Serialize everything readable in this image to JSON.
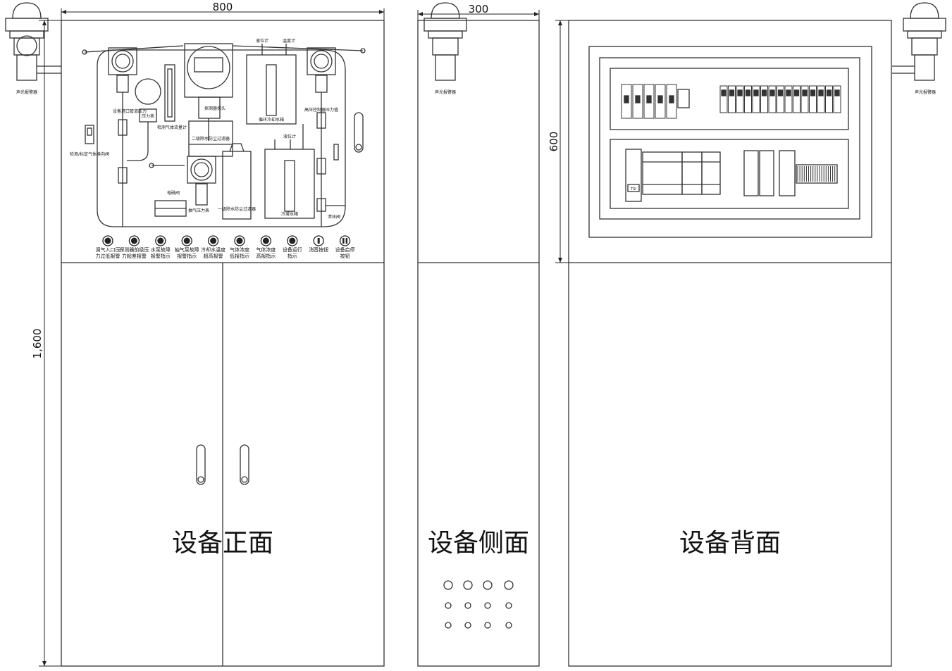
{
  "dimensions": {
    "front_width": "800",
    "side_width": "300",
    "cabinet_height": "1,600",
    "panel_height": "600"
  },
  "views": {
    "front": "设备正面",
    "side": "设备侧面",
    "back": "设备背面"
  },
  "alarm_label": "声光报警器",
  "panel_labels": {
    "pressure_a": "设备进口管道压力",
    "gauge": "压力表",
    "flowmeter": "检测气体流量计",
    "probe": "探测器探头",
    "filter_2": "二级除水防尘过滤器",
    "tank_top_1": "液位计",
    "tank_top_2": "温度计",
    "tank_1": "循环冷却水箱",
    "pressure_b": "高压控制器压力值",
    "valve_switch": "检测/标定气体换向阀",
    "solenoid": "电磁阀",
    "pressure_c": "抽气压力表",
    "filter_1": "一级除水防尘过滤器",
    "level_gauge": "液位计",
    "tank_2": "冷凝水箱",
    "relief_valve": "泄压阀"
  },
  "indicators": [
    {
      "line1": "调气入口压",
      "line2": "力过低报警"
    },
    {
      "line1": "探测器前级压",
      "line2": "力超差报警"
    },
    {
      "line1": "水泵故障",
      "line2": "报警指示"
    },
    {
      "line1": "抽气泵故障",
      "line2": "报警指示"
    },
    {
      "line1": "冷却水温度",
      "line2": "超高报警"
    },
    {
      "line1": "气体浓度",
      "line2": "低报指示"
    },
    {
      "line1": "气体浓度",
      "line2": "高报指示"
    },
    {
      "line1": "设备运行",
      "line2": "指示"
    },
    {
      "line1": "消音按钮",
      "line2": ""
    },
    {
      "line1": "设备启停",
      "line2": "按钮"
    }
  ],
  "electrical": {
    "module_label": "TSI"
  }
}
